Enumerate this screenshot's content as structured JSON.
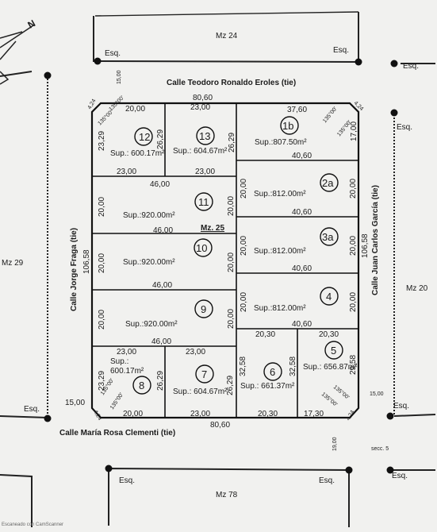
{
  "blocks": {
    "north": "Mz 24",
    "south": "Mz 78",
    "west": "Mz 29",
    "east": "Mz 20",
    "center": "Mz. 25"
  },
  "streets": {
    "north": "Calle Teodoro Ronaldo Eroles  (tie)",
    "south": "Calle María Rosa Clementi (tie)",
    "west": "Calle Jorge Fraga (tie)",
    "east": "Calle Juan Carlos García (tie)"
  },
  "corner_label": "Esq.",
  "angle_label": "135°00'",
  "outer_dims": {
    "top": "80,60",
    "bottom": "80,60",
    "left": "106,58",
    "right": "106,58",
    "chamfer": "4,24",
    "offset": "15,00",
    "offset_bottom": "19,00",
    "section": "secc. 5"
  },
  "lots": [
    {
      "id": "12",
      "area": "Sup.: 600.17m²",
      "d1": "20,00",
      "d2": "23,00",
      "d3": "23,29",
      "d4": "26,29"
    },
    {
      "id": "13",
      "area": "Sup.: 604.67m²",
      "d1": "23,00",
      "d2": "23,00",
      "d3": "26,29"
    },
    {
      "id": "1b",
      "area": "Sup.:807.50m²",
      "d1": "37,60",
      "d2": "40,60",
      "d3": "17,00"
    },
    {
      "id": "2a",
      "area": "Sup.:812.00m²",
      "d1": "40,60",
      "d2": "20,00",
      "d3": "20,00"
    },
    {
      "id": "11",
      "area": "Sup.:920.00m²",
      "d1": "46,00",
      "d2": "46,00",
      "d3": "20,00",
      "d4": "20,00"
    },
    {
      "id": "3a",
      "area": "Sup.:812.00m²",
      "d1": "40,60",
      "d2": "20,00",
      "d3": "20,00"
    },
    {
      "id": "10",
      "area": "Sup.:920.00m²",
      "d1": "46,00",
      "d2": "20,00",
      "d3": "20,00"
    },
    {
      "id": "4",
      "area": "Sup.:812.00m²",
      "d1": "40,60",
      "d2": "20,00",
      "d3": "20,00"
    },
    {
      "id": "9",
      "area": "Sup.:920.00m²",
      "d1": "46,00",
      "d2": "20,00",
      "d3": "20,00"
    },
    {
      "id": "5",
      "area": "Sup.: 656.87m²",
      "d1": "20,30",
      "d2": "17,30",
      "d3": "29,58"
    },
    {
      "id": "6",
      "area": "Sup.: 661.37m²",
      "d1": "20,30",
      "d2": "20,30",
      "d3": "32,58",
      "d4": "32,58"
    },
    {
      "id": "7",
      "area": "Sup.: 604.67m²",
      "d1": "23,00",
      "d2": "23,00",
      "d3": "26,29"
    },
    {
      "id": "8",
      "area": "Sup.: 600.17m²",
      "d1": "23,00",
      "d2": "20,00",
      "d3": "23,29",
      "d4": "26,29"
    }
  ],
  "footer": "Escaneado con CamScanner"
}
